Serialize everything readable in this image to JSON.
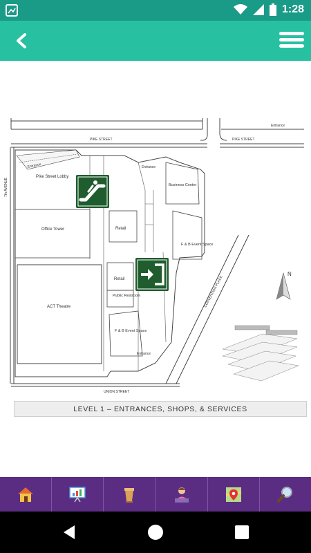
{
  "status_bar": {
    "time": "1:28"
  },
  "app_bar": {
    "back_icon": "chevron-left-icon",
    "menu_icon": "hamburger-menu-icon",
    "color": "#27c1a2"
  },
  "map": {
    "streets": {
      "pike_left": "PIKE STREET",
      "pike_right": "PIKE STREET",
      "union": "UNION STREET",
      "seventh": "7th AVENUE",
      "convention": "CONVENTION PLACE"
    },
    "rooms": {
      "pike_lobby": "Pike Street Lobby",
      "office_tower": "Office Tower",
      "act_theatre": "ACT Theatre",
      "business_center": "Business Center",
      "retail_1": "Retail",
      "retail_2": "Retail",
      "public_restroom": "Public Restroom",
      "fb_event_1": "F & B Event Space",
      "fb_event_2": "F & B Event Space"
    },
    "entrance_labels": [
      "Entrance",
      "Entrance",
      "Entrance",
      "Entrance"
    ],
    "north": "N",
    "escalator_icon": "escalator-icon",
    "entrance_icon": "entrance-icon"
  },
  "caption": "LEVEL 1 – ENTRANCES, SHOPS, & SERVICES",
  "bottom_nav": [
    {
      "name": "home",
      "icon": "house-icon"
    },
    {
      "name": "presentation",
      "icon": "presentation-board-icon"
    },
    {
      "name": "podium",
      "icon": "podium-icon"
    },
    {
      "name": "speaker",
      "icon": "speaker-person-icon"
    },
    {
      "name": "map",
      "icon": "map-pin-icon"
    },
    {
      "name": "search",
      "icon": "magnifier-icon"
    }
  ],
  "colors": {
    "status": "#1a9b88",
    "nav": "#5a2d82",
    "sign_green": "#1f5c2e"
  }
}
